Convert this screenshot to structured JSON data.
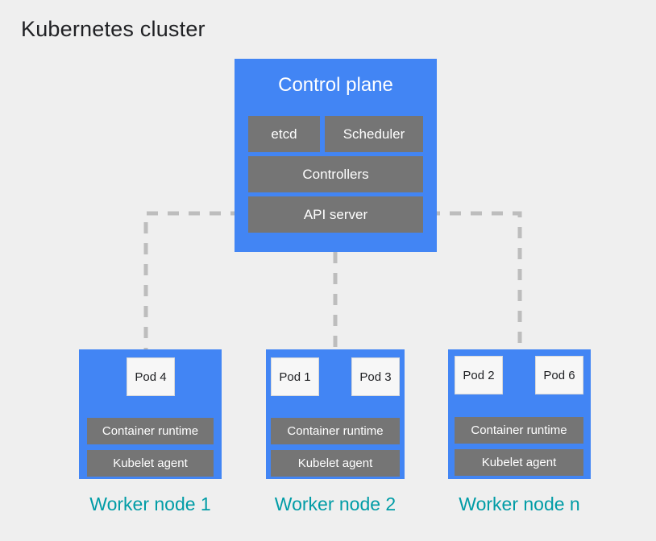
{
  "diagram": {
    "title": "Kubernetes cluster",
    "background_color": "#efefef",
    "accent_blue": "#4285f4",
    "component_gray": "#757575",
    "label_teal": "#009ca6",
    "connector_gray": "#bdbdbd"
  },
  "control_plane": {
    "title": "Control plane",
    "components": [
      {
        "label": "etcd"
      },
      {
        "label": "Scheduler"
      },
      {
        "label": "Controllers"
      },
      {
        "label": "API server"
      }
    ]
  },
  "worker_nodes": [
    {
      "label": "Worker node 1",
      "pods": [
        {
          "label": "Pod 4"
        }
      ],
      "runtime": "Container runtime",
      "kubelet": "Kubelet agent"
    },
    {
      "label": "Worker node 2",
      "pods": [
        {
          "label": "Pod 1"
        },
        {
          "label": "Pod 3"
        }
      ],
      "runtime": "Container runtime",
      "kubelet": "Kubelet agent"
    },
    {
      "label": "Worker node n",
      "pods": [
        {
          "label": "Pod 2"
        },
        {
          "label": "Pod 6"
        }
      ],
      "runtime": "Container runtime",
      "kubelet": "Kubelet agent"
    }
  ]
}
